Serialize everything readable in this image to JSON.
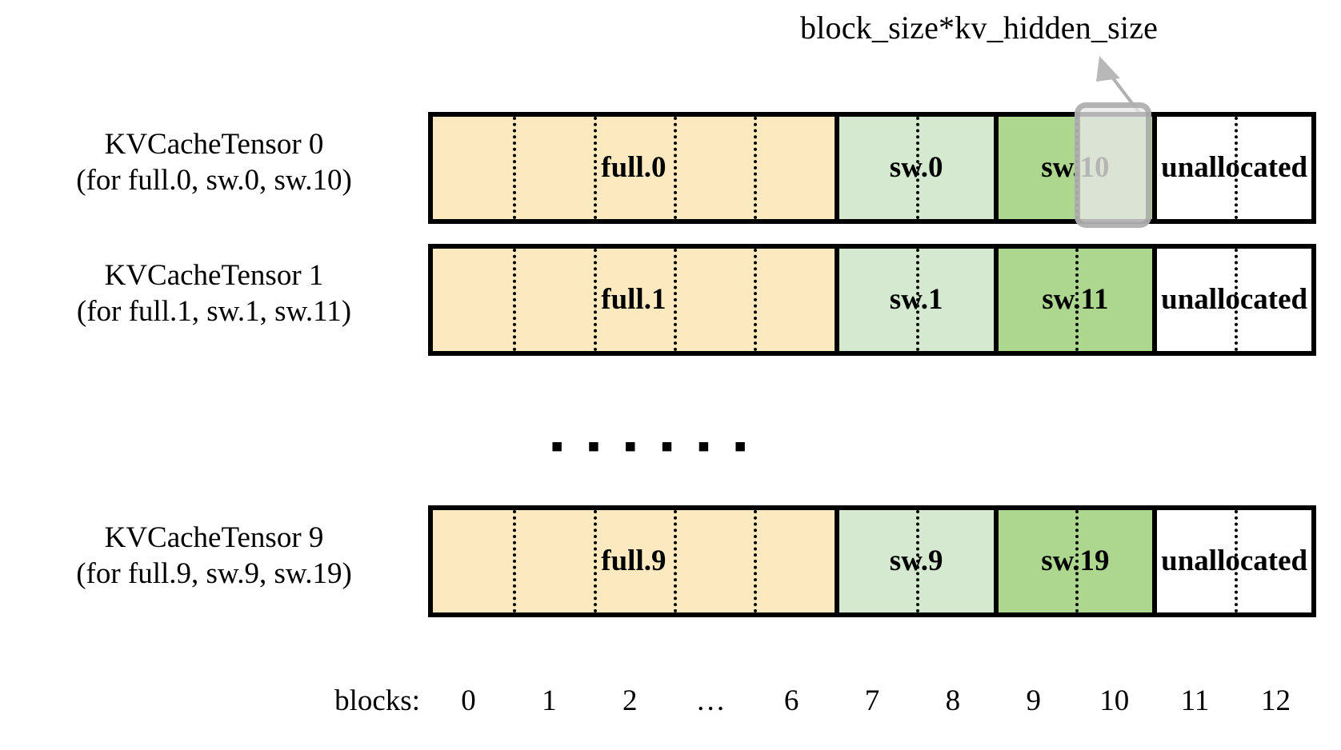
{
  "diagram": {
    "title_annotation": "block_size*kv_hidden_size",
    "ellipsis": "▪ ▪ ▪ ▪ ▪ ▪",
    "colors": {
      "full_fill": "#fce9bf",
      "sw_light_fill": "#d5e8d0",
      "sw_dark_fill": "#add68f",
      "unallocated_fill": "#ffffff",
      "border": "#000000",
      "highlight_border": "#a0a0a0",
      "highlight_fill": "#e8e8e8",
      "arrow": "#b0b0b0"
    },
    "rows": [
      {
        "label_line1": "KVCacheTensor 0",
        "label_line2": "(for full.0, sw.0, sw.10)",
        "segments": [
          {
            "name": "full.0",
            "kind": "full"
          },
          {
            "name": "sw.0",
            "kind": "sw-light"
          },
          {
            "name": "sw.10",
            "kind": "sw-dark"
          },
          {
            "name": "unallocated",
            "kind": "unallocated"
          }
        ]
      },
      {
        "label_line1": "KVCacheTensor 1",
        "label_line2": "(for full.1, sw.1, sw.11)",
        "segments": [
          {
            "name": "full.1",
            "kind": "full"
          },
          {
            "name": "sw.1",
            "kind": "sw-light"
          },
          {
            "name": "sw.11",
            "kind": "sw-dark"
          },
          {
            "name": "unallocated",
            "kind": "unallocated"
          }
        ]
      },
      {
        "label_line1": "KVCacheTensor 9",
        "label_line2": "(for full.9, sw.9, sw.19)",
        "segments": [
          {
            "name": "full.9",
            "kind": "full"
          },
          {
            "name": "sw.9",
            "kind": "sw-light"
          },
          {
            "name": "sw.19",
            "kind": "sw-dark"
          },
          {
            "name": "unallocated",
            "kind": "unallocated"
          }
        ]
      }
    ],
    "axis": {
      "caption": "blocks:",
      "ticks": [
        "0",
        "1",
        "2",
        "…",
        "6",
        "7",
        "8",
        "9",
        "10",
        "11",
        "12"
      ]
    }
  }
}
